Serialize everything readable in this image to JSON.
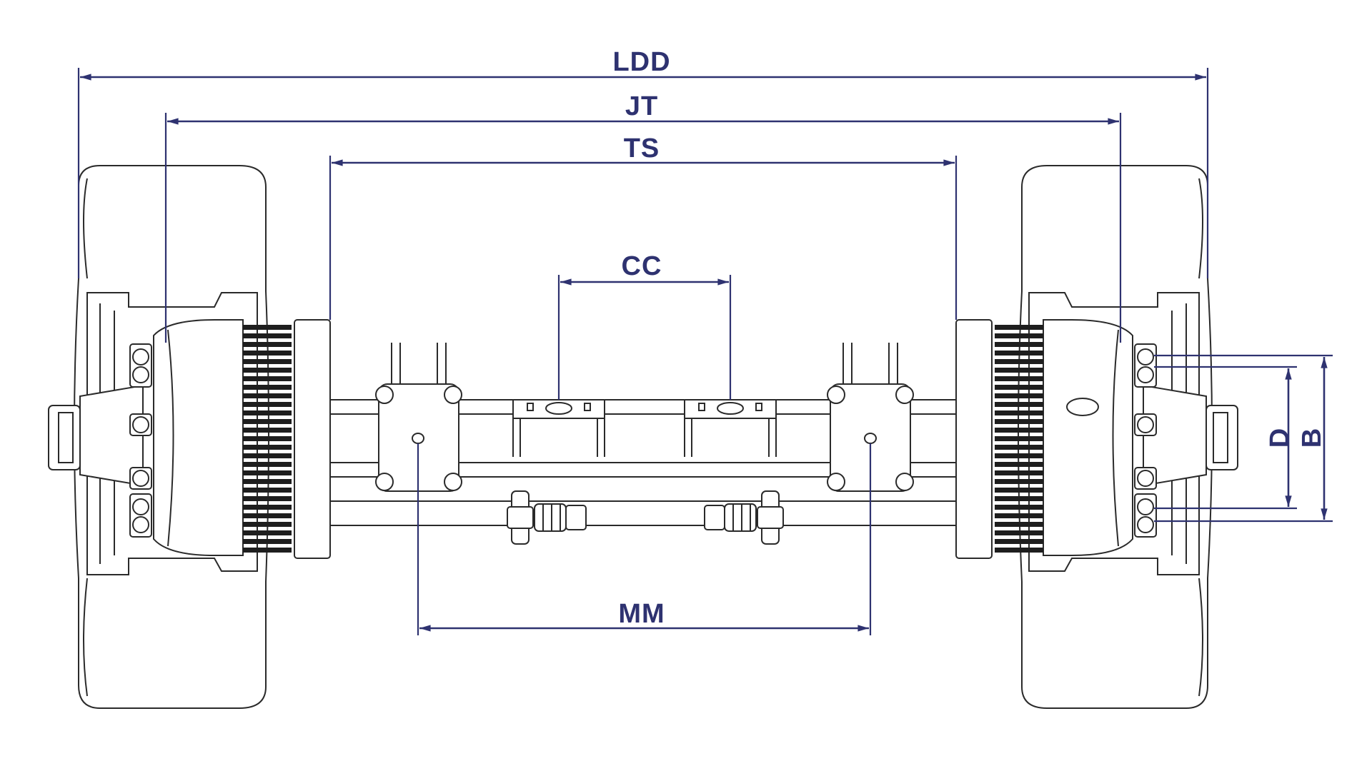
{
  "colors": {
    "dimension": "#2e3270",
    "drawing": "#2a2a2a",
    "background": "#ffffff"
  },
  "dimensions": {
    "ldd": "LDD",
    "jt": "JT",
    "ts": "TS",
    "cc": "CC",
    "mm": "MM",
    "d": "D",
    "b": "B"
  }
}
